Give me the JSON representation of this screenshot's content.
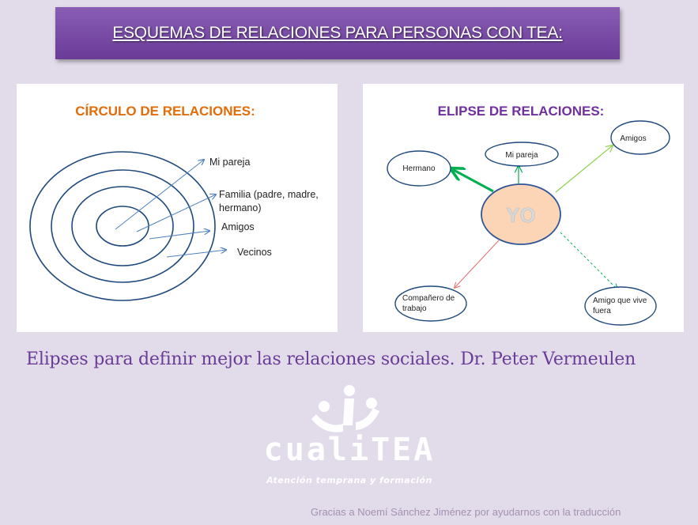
{
  "title": "ESQUEMAS DE RELACIONES PARA PERSONAS CON TEA:",
  "circle_diagram": {
    "title": "CÍRCULO DE RELACIONES:",
    "title_color": "#e36c09",
    "labels": [
      {
        "text": "Mi pareja"
      },
      {
        "text": "Familia (padre, madre,"
      },
      {
        "text": "hermano)"
      },
      {
        "text": "Amigos"
      },
      {
        "text": "Vecinos"
      }
    ]
  },
  "ellipse_diagram": {
    "title": "ELIPSE  DE RELACIONES:",
    "title_color": "#7030a0",
    "center_label": "YO",
    "center_fill": "#fbd5b5",
    "nodes": {
      "hermano": "Hermano",
      "mi_pareja": "Mi pareja",
      "amigos": "Amigos",
      "companero_line1": "Compañero de",
      "companero_line2": "trabajo",
      "amigo_fuera_line1": "Amigo que vive",
      "amigo_fuera_line2": "fuera"
    }
  },
  "caption": "Elipses para definir mejor las relaciones sociales.  Dr. Peter Vermeulen",
  "logo": {
    "word": "cualiTEA",
    "subtitle": "Atención temprana y formación"
  },
  "credit": "Gracias a Noemí Sánchez Jiménez por ayudarnos  con la traducción"
}
